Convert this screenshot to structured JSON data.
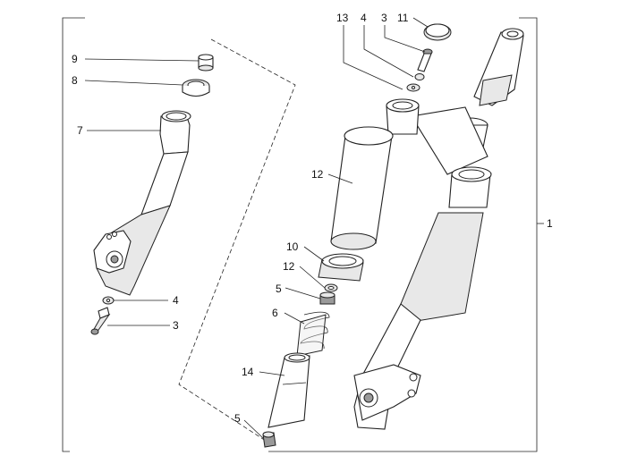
{
  "labels": {
    "l1": "1",
    "l3a": "3",
    "l3b": "3",
    "l4a": "4",
    "l4b": "4",
    "l5a": "5",
    "l5b": "5",
    "l6": "6",
    "l7": "7",
    "l8": "8",
    "l9": "9",
    "l10": "10",
    "l11": "11",
    "l12a": "12",
    "l12b": "12",
    "l13": "13",
    "l14": "14"
  }
}
